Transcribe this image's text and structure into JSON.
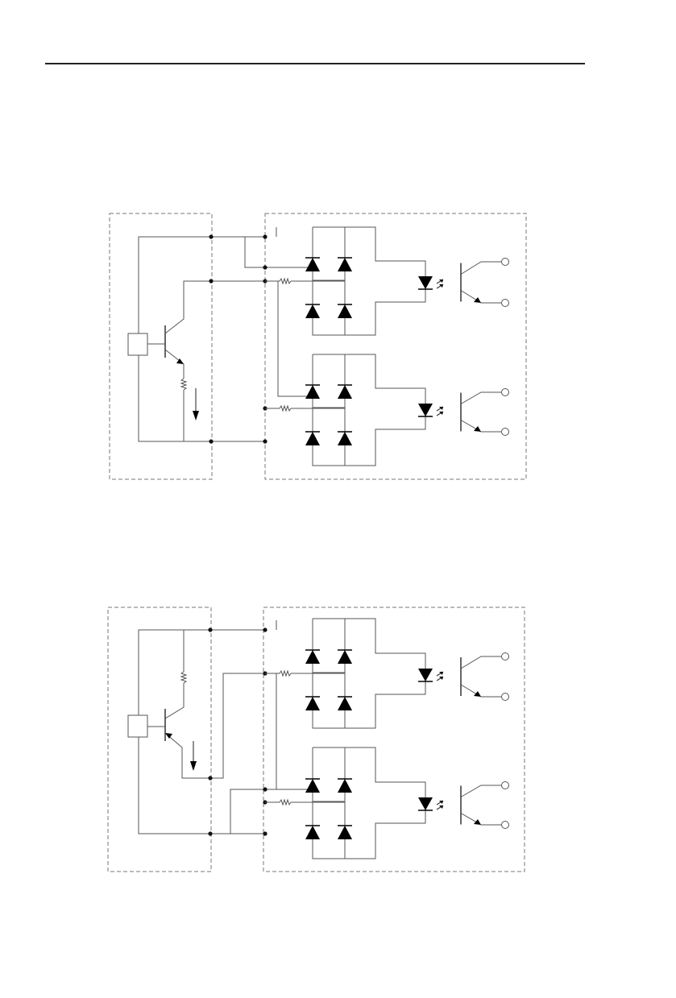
{
  "page": {
    "header_rule": true
  },
  "diagrams": [
    {
      "id": "circuit-top",
      "sensor_transistor": "npn",
      "optocoupler_channels": 2
    },
    {
      "id": "circuit-bottom",
      "sensor_transistor": "pnp",
      "optocoupler_channels": 2
    }
  ],
  "colors": {
    "line": "#555555",
    "box_border": "#777777",
    "fill": "#000000",
    "background": "#ffffff"
  },
  "icons": [
    "diode-icon",
    "led-icon",
    "phototransistor-icon",
    "resistor-icon",
    "terminal-icon",
    "junction-dot-icon",
    "current-arrow-icon"
  ]
}
